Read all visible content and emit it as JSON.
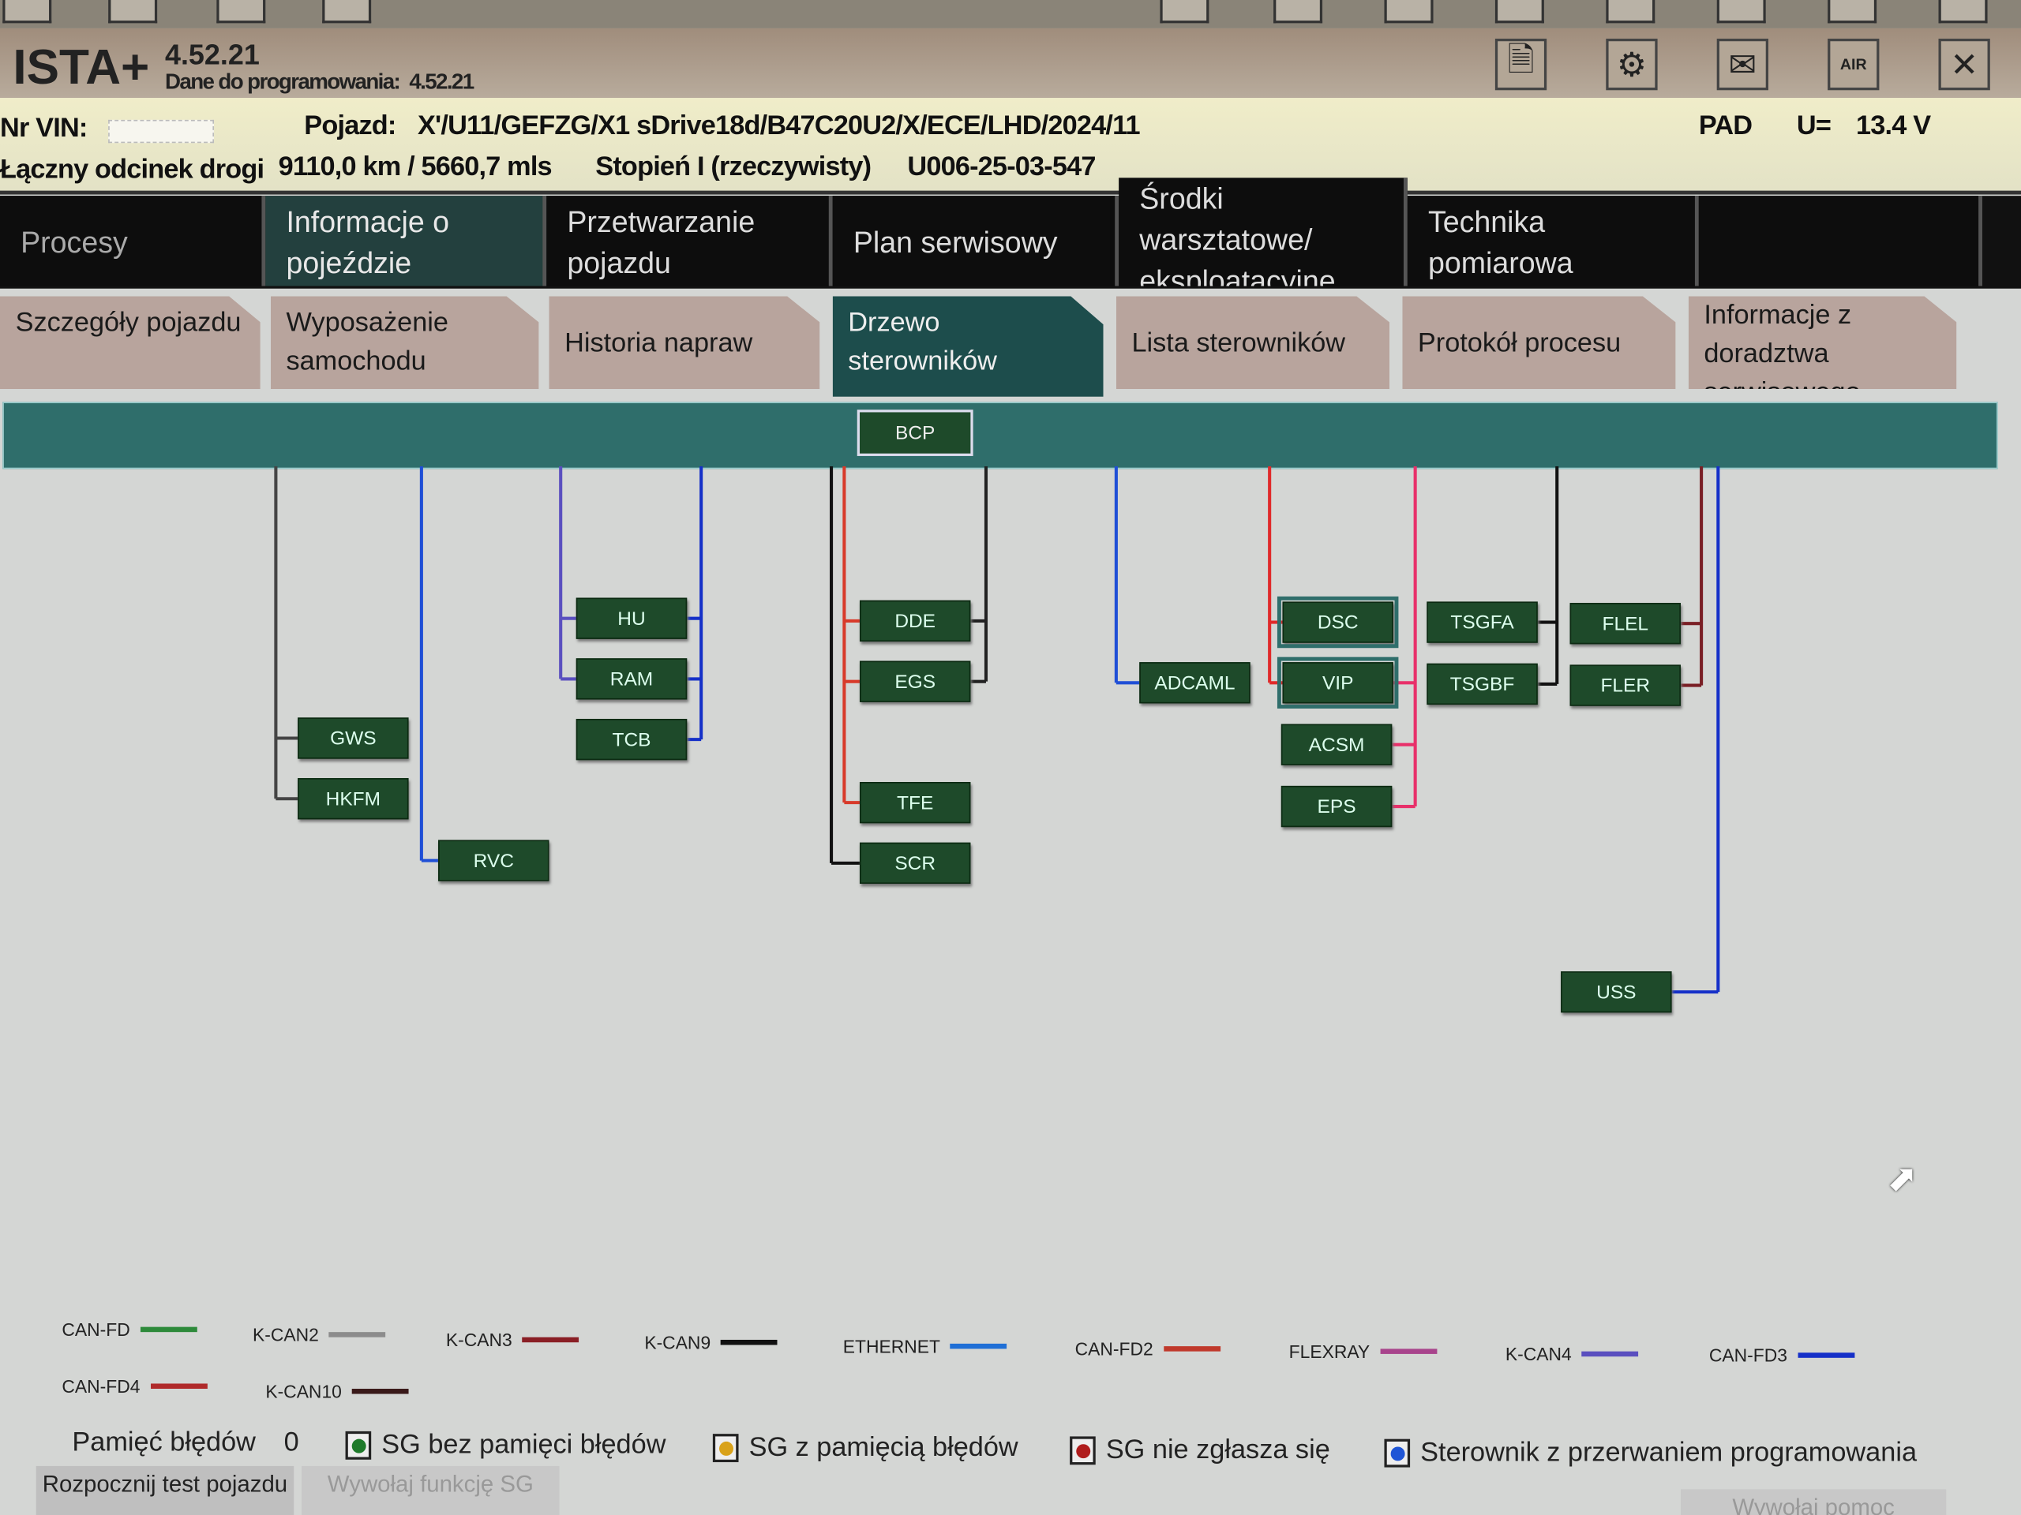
{
  "app": {
    "title": "ISTA+",
    "version": "4.52.21",
    "programming_data_label": "Dane do programowania:",
    "programming_data_version": "4.52.21"
  },
  "header_icons": [
    "document-icon",
    "gear-icon",
    "mail-icon",
    "air-icon",
    "close-icon"
  ],
  "vehicle": {
    "vin_label": "Nr VIN:",
    "vehicle_label": "Pojazd:",
    "vehicle_value": "X'/U11/GEFZG/X1 sDrive18d/B47C20U2/X/ECE/LHD/2024/11",
    "pad": "PAD",
    "voltage_label": "U=",
    "voltage_value": "13.4 V",
    "mileage_label": "Łączny odcinek drogi",
    "mileage_value": "9110,0 km / 5660,7 mls",
    "stage": "Stopień I (rzeczywisty)",
    "i_level": "U006-25-03-547"
  },
  "main_tabs": [
    {
      "label": "Procesy"
    },
    {
      "label": "Informacje o pojeździe",
      "active": true
    },
    {
      "label": "Przetwarzanie pojazdu"
    },
    {
      "label": "Plan serwisowy"
    },
    {
      "label": "Środki warsztatowe/ eksploatacyjne"
    },
    {
      "label": "Technika pomiarowa"
    },
    {
      "label": ""
    }
  ],
  "sub_tabs": [
    {
      "label": "Szczegóły pojazdu"
    },
    {
      "label": "Wyposażenie samochodu"
    },
    {
      "label": "Historia napraw"
    },
    {
      "label": "Drzewo sterowników",
      "active": true
    },
    {
      "label": "Lista sterowników"
    },
    {
      "label": "Protokół procesu"
    },
    {
      "label": "Informacje z doradztwa serwisowego"
    }
  ],
  "gateway": "BCP",
  "ecus": [
    "HU",
    "RAM",
    "TCB",
    "DDE",
    "EGS",
    "TFE",
    "SCR",
    "GWS",
    "HKFM",
    "RVC",
    "ADCAML",
    "DSC",
    "VIP",
    "ACSM",
    "EPS",
    "TSGFA",
    "TSGBF",
    "FLEL",
    "FLER",
    "USS"
  ],
  "bus_legend": [
    {
      "label": "CAN-FD",
      "color": "#2d8a3a"
    },
    {
      "label": "K-CAN2",
      "color": "#8c8c8c"
    },
    {
      "label": "K-CAN3",
      "color": "#8a1f25"
    },
    {
      "label": "K-CAN9",
      "color": "#111111"
    },
    {
      "label": "ETHERNET",
      "color": "#1f6fd6"
    },
    {
      "label": "CAN-FD2",
      "color": "#c0392b"
    },
    {
      "label": "FLEXRAY",
      "color": "#a8448c"
    },
    {
      "label": "K-CAN4",
      "color": "#5a4fbf"
    },
    {
      "label": "CAN-FD3",
      "color": "#1530c8"
    },
    {
      "label": "CAN-FD4",
      "color": "#b02a2a"
    },
    {
      "label": "K-CAN10",
      "color": "#3a1a1a"
    }
  ],
  "status_legend": {
    "fault_memory_label": "Pamięć błędów",
    "fault_memory_count": "0",
    "items": [
      {
        "label": "SG bez pamięci błędów",
        "color": "#1e7a2a"
      },
      {
        "label": "SG z pamięcią błędów",
        "color": "#d9a21a"
      },
      {
        "label": "SG nie zgłasza się",
        "color": "#b01d1d"
      },
      {
        "label": "Sterownik z przerwaniem programowania",
        "color": "#1f55d6"
      }
    ]
  },
  "buttons": {
    "start_test": "Rozpocznij test pojazdu",
    "call_function": "Wywołaj funkcję SG",
    "call_help": "Wywołaj pomoc"
  }
}
